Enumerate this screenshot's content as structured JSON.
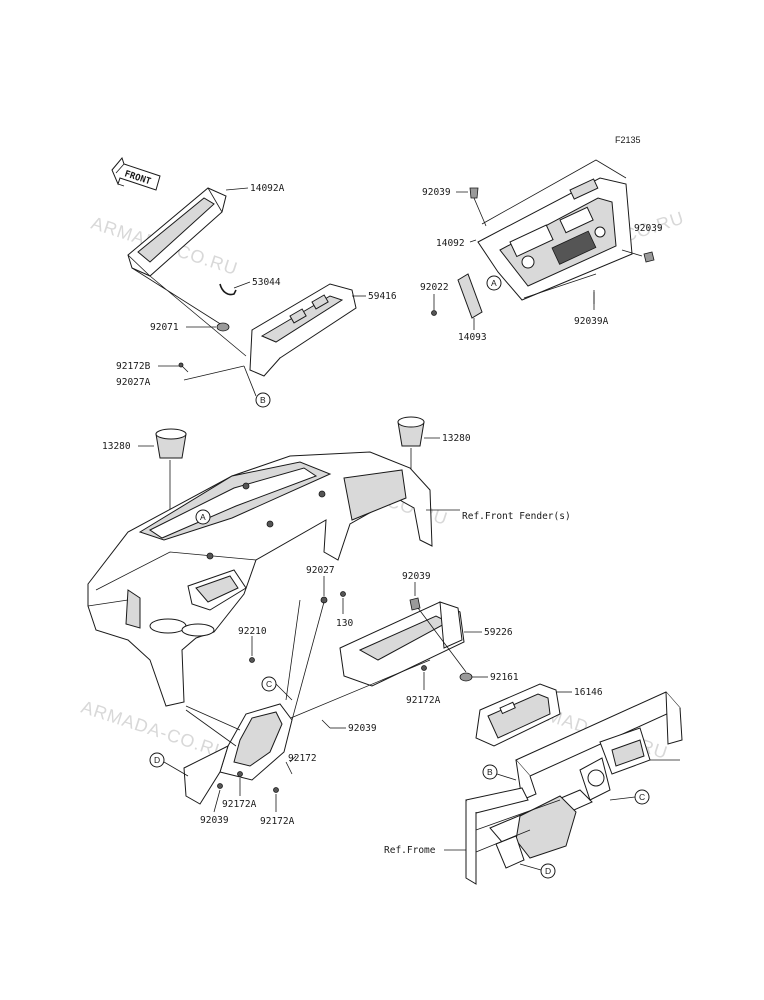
{
  "diagram_code": "F2135",
  "watermark": "ARMADA-CO.RU",
  "front_arrow": "FRONT",
  "part_labels": {
    "p14092A": "14092A",
    "p53044": "53044",
    "p59416": "59416",
    "p92071": "92071",
    "p92172B": "92172B",
    "p92027A": "92027A",
    "p92039_top": "92039",
    "p14092": "14092",
    "p92022": "92022",
    "p14093": "14093",
    "p92039_right": "92039",
    "p92039A": "92039A",
    "p13280_left": "13280",
    "p13280_right": "13280",
    "ref_front_fender": "Ref.Front Fender(s)",
    "p92027": "92027",
    "p130": "130",
    "p92039_mid": "92039",
    "p59226": "59226",
    "p92210": "92210",
    "p92161": "92161",
    "p92172A_mid": "92172A",
    "p16146": "16146",
    "p92039_low": "92039",
    "p92172": "92172",
    "p92172A_low1": "92172A",
    "p92039_bottom": "92039",
    "p92172A_low2": "92172A",
    "ref_frame": "Ref.Frome"
  },
  "callouts": {
    "A1": "A",
    "A2": "A",
    "B1": "B",
    "B2": "B",
    "C1": "C",
    "C2": "C",
    "D1": "D",
    "D2": "D"
  }
}
